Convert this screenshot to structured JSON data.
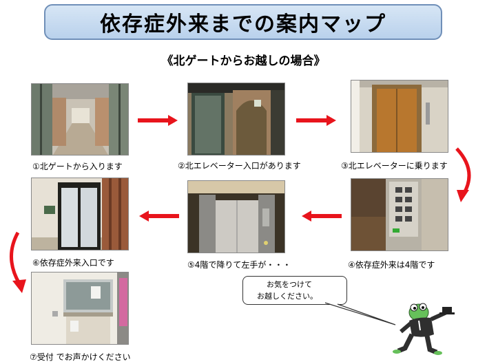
{
  "title": "依存症外来までの案内マップ",
  "subtitle": "《北ゲートからお越しの場合》",
  "steps": [
    {
      "caption": "①北ゲートから入ります",
      "icon": "corridor-photo"
    },
    {
      "caption": "②北エレベーター入口があります",
      "icon": "elevator-entrance-photo"
    },
    {
      "caption": "③北エレベーターに乗ります",
      "icon": "elevator-door-photo"
    },
    {
      "caption": "④依存症外来は4階です",
      "icon": "elevator-buttons-photo"
    },
    {
      "caption": "⑤4階で降りて左手が・・・",
      "icon": "elevator-interior-photo"
    },
    {
      "caption": "⑥依存症外来入口です",
      "icon": "clinic-entrance-photo"
    },
    {
      "caption": "⑦受付 でお声かけください",
      "icon": "reception-photo"
    }
  ],
  "bubble": {
    "line1": "お気をつけて",
    "line2": "お越しください。"
  },
  "colors": {
    "arrow": "#e8141c",
    "title_bg": "#c8dcf0",
    "title_border": "#6f8fb8"
  }
}
